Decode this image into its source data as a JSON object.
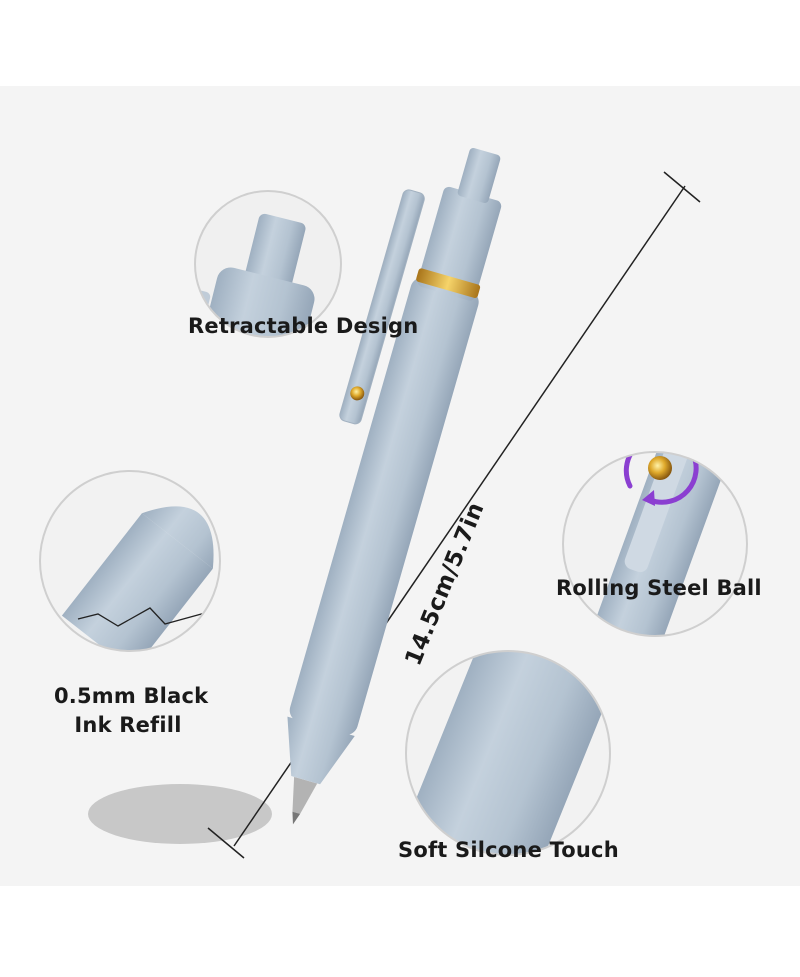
{
  "labels": {
    "retractable": "Retractable Design",
    "rolling": "Rolling Steel Ball",
    "refill_line1": "0.5mm Black",
    "refill_line2": "Ink Refill",
    "soft_touch": "Soft Silcone Touch",
    "dimension": "14.5cm/5.7in"
  },
  "colors": {
    "background": "#f4f4f4",
    "pen_body": "#b7c5d3",
    "pen_shadow": "#9eadbd",
    "gold": "#d9a62a",
    "purple_arrow": "#8b3fd1",
    "circle_border": "#cfcfcf"
  },
  "icons": [
    "rotate-arrows-icon",
    "gold-ball-icon"
  ]
}
